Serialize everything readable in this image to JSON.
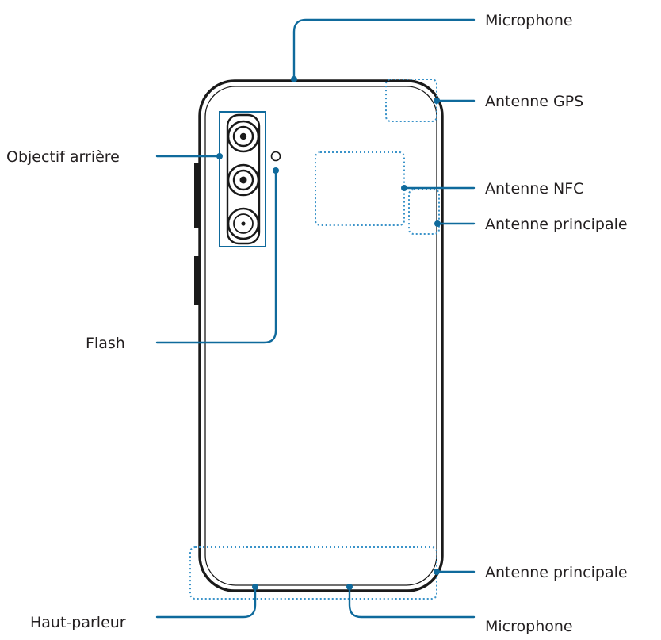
{
  "labels": {
    "microphone_top": "Microphone",
    "gps_antenna": "Antenne GPS",
    "rear_camera": "Objectif arrière",
    "nfc_antenna": "Antenne NFC",
    "main_antenna_side": "Antenne principale",
    "flash": "Flash",
    "main_antenna_bottom": "Antenne principale",
    "speaker": "Haut-parleur",
    "microphone_bottom": "Microphone"
  },
  "colors": {
    "leader_line": "#0f6a9c",
    "zone_outline": "#3a93c9",
    "device_outline": "#1a1a1a"
  }
}
